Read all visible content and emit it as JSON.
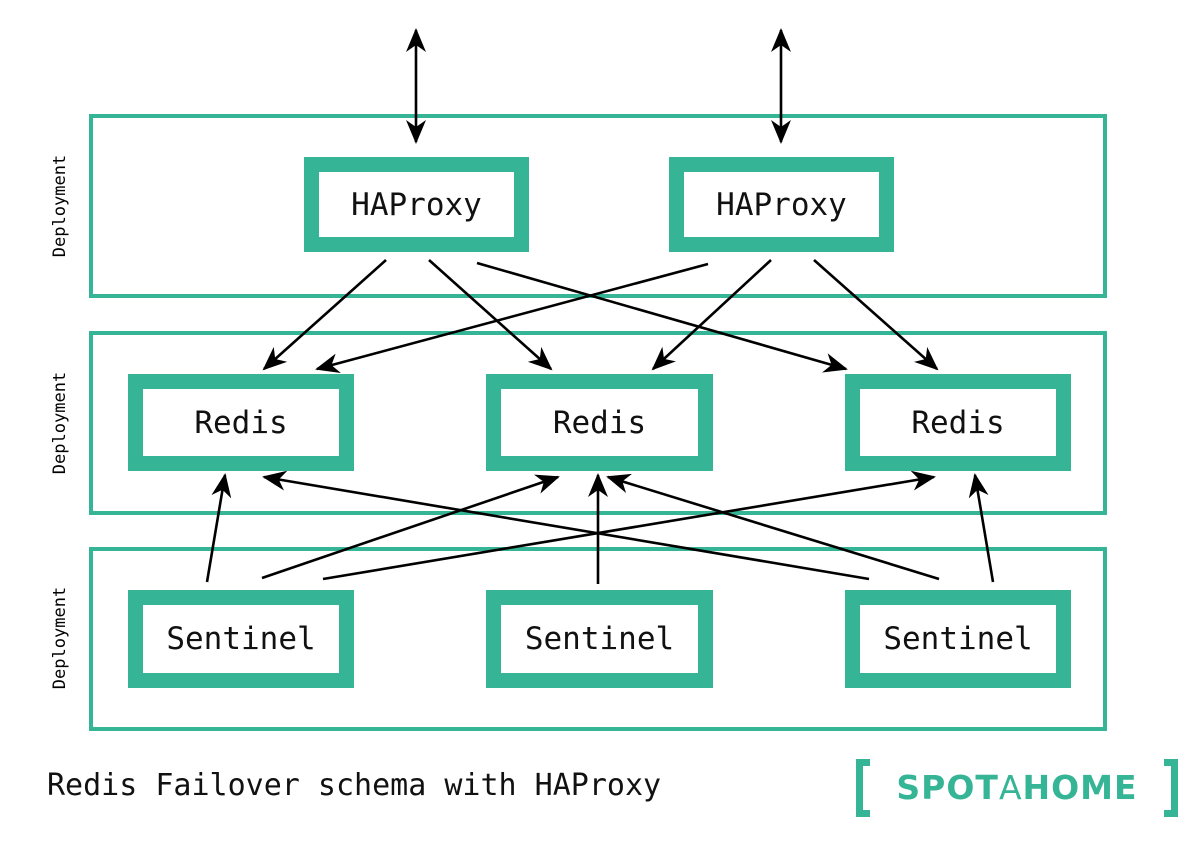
{
  "colors": {
    "accent": "#35b596",
    "arrow": "#000000",
    "text": "#111111"
  },
  "deployments": [
    {
      "id": "haproxy-tier",
      "label": "Deployment"
    },
    {
      "id": "redis-tier",
      "label": "Deployment"
    },
    {
      "id": "sentinel-tier",
      "label": "Deployment"
    }
  ],
  "nodes": {
    "haproxy": [
      "HAProxy",
      "HAProxy"
    ],
    "redis": [
      "Redis",
      "Redis",
      "Redis"
    ],
    "sentinel": [
      "Sentinel",
      "Sentinel",
      "Sentinel"
    ]
  },
  "connections": [
    {
      "from": "external",
      "to": "haproxy-1",
      "type": "bidirectional"
    },
    {
      "from": "external",
      "to": "haproxy-2",
      "type": "bidirectional"
    },
    {
      "from": "haproxy-1",
      "to": "redis-1"
    },
    {
      "from": "haproxy-1",
      "to": "redis-2"
    },
    {
      "from": "haproxy-1",
      "to": "redis-3"
    },
    {
      "from": "haproxy-2",
      "to": "redis-1"
    },
    {
      "from": "haproxy-2",
      "to": "redis-2"
    },
    {
      "from": "haproxy-2",
      "to": "redis-3"
    },
    {
      "from": "sentinel-1",
      "to": "redis-1"
    },
    {
      "from": "sentinel-1",
      "to": "redis-2"
    },
    {
      "from": "sentinel-1",
      "to": "redis-3"
    },
    {
      "from": "sentinel-2",
      "to": "redis-2"
    },
    {
      "from": "sentinel-3",
      "to": "redis-1"
    },
    {
      "from": "sentinel-3",
      "to": "redis-2"
    },
    {
      "from": "sentinel-3",
      "to": "redis-3"
    }
  ],
  "caption": "Redis Failover schema with HAProxy",
  "logo": {
    "text_part1": "SPOT",
    "text_part2": "A",
    "text_part3": "HOME"
  }
}
